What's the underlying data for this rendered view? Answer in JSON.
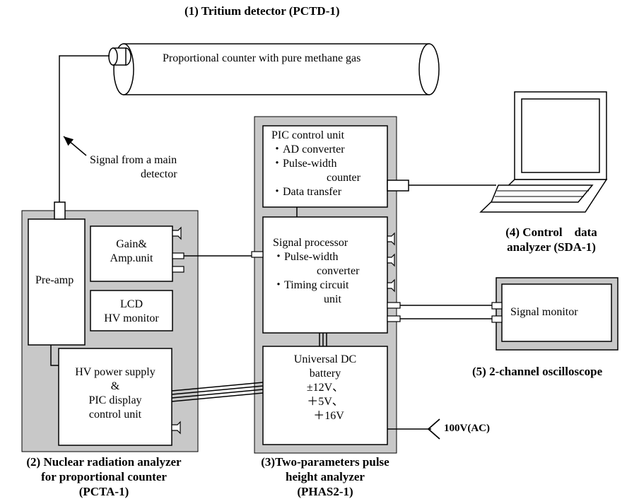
{
  "titles": {
    "detector": "(1) Tritium detector (PCTD-1)",
    "analyzer": [
      "(2) Nuclear radiation analyzer",
      "for proportional counter",
      "(PCTA-1)"
    ],
    "phas": [
      "(3)Two-parameters pulse",
      "height analyzer",
      "(PHAS2-1)"
    ],
    "sda": [
      "(4) Control    data",
      "analyzer (SDA-1)"
    ],
    "osc": "(5) 2-channel oscilloscope"
  },
  "labels": {
    "counter": "Proportional counter with pure methane gas",
    "signal_note": [
      "Signal from a main",
      "detector"
    ],
    "preamp": "Pre-amp",
    "gain": [
      "Gain&",
      "Amp.unit"
    ],
    "lcd": [
      "LCD",
      "HV monitor"
    ],
    "hv": [
      "HV power supply",
      "&",
      "PIC display",
      "control unit"
    ],
    "pic": [
      "PIC control unit",
      "・AD converter",
      "・Pulse-width",
      "counter",
      "・Data transfer"
    ],
    "sigproc": [
      "Signal processor",
      "・Pulse-width",
      "converter",
      "・Timing circuit",
      "unit"
    ],
    "battery": [
      "Universal DC",
      "battery",
      "±12V、",
      "＋5V、",
      "＋16V"
    ],
    "ac": "100V(AC)",
    "monitor": "Signal monitor"
  },
  "colors": {
    "panel": "#c8c8c8",
    "line": "#000000",
    "box": "#ffffff"
  }
}
